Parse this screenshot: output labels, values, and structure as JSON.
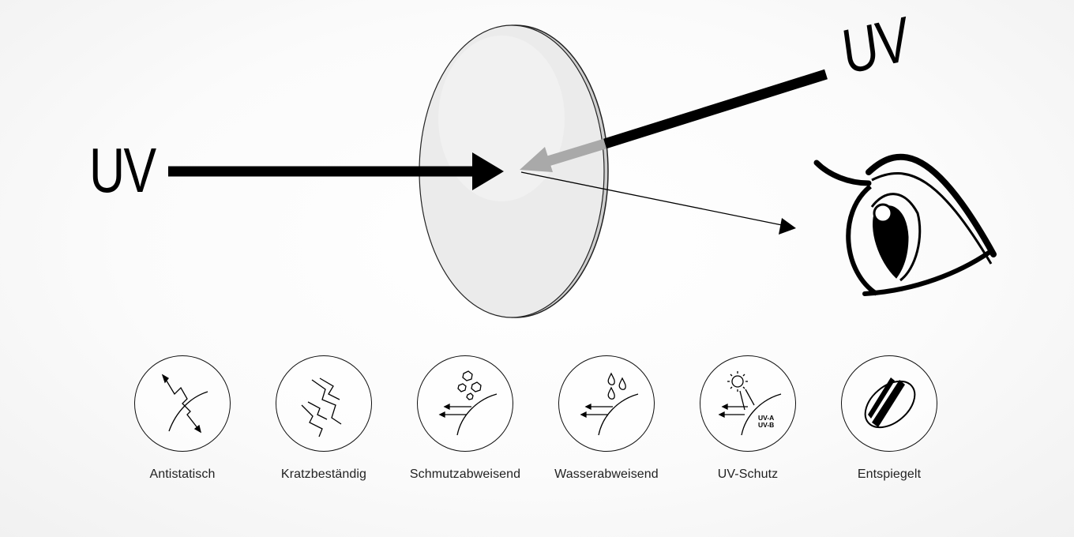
{
  "uv_left": "UV",
  "uv_right": "UV",
  "features": [
    {
      "label": "Antistatisch",
      "icon": "antistatic-icon"
    },
    {
      "label": "Kratzbeständig",
      "icon": "scratch-resistant-icon"
    },
    {
      "label": "Schmutzabweisend",
      "icon": "dirt-repellent-icon"
    },
    {
      "label": "Wasserabweisend",
      "icon": "water-repellent-icon"
    },
    {
      "label": "UV-Schutz",
      "icon": "uv-protection-icon",
      "sub_a": "UV-A",
      "sub_b": "UV-B"
    },
    {
      "label": "Entspiegelt",
      "icon": "anti-reflective-icon"
    }
  ],
  "colors": {
    "ink": "#000000",
    "lens_fill": "#e9e9e9",
    "reflected_arrow": "#aaaaaa"
  }
}
